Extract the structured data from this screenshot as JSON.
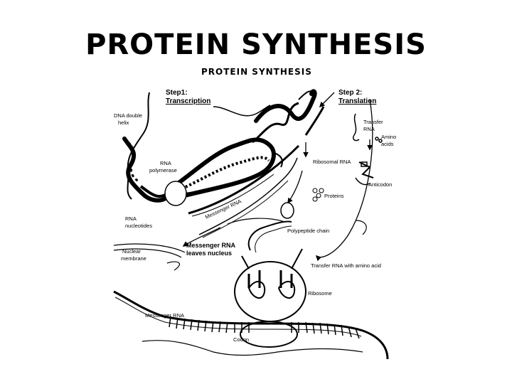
{
  "slide": {
    "title": "PROTEIN SYNTHESIS"
  },
  "diagram": {
    "title": "PROTEIN SYNTHESIS",
    "step1": {
      "line1": "Step1:",
      "line2": "Transcription"
    },
    "step2": {
      "line1": "Step 2:",
      "line2": "Translation"
    },
    "labels": {
      "dna_double_helix_1": "DNA double",
      "dna_double_helix_2": "helix",
      "rna_polymerase_1": "RNA",
      "rna_polymerase_2": "polymerase",
      "messenger_rna_strand": "Messenger RNA",
      "rna_nucleotides_1": "RNA",
      "rna_nucleotides_2": "nucleotides",
      "nuclear_membrane_1": "Nuclear",
      "nuclear_membrane_2": "membrane",
      "mrna_leaves_1": "Messenger RNA",
      "mrna_leaves_2": "leaves nucleus",
      "transfer_rna_1": "Transfer",
      "transfer_rna_2": "RNA",
      "amino_acids_1": "Amino",
      "amino_acids_2": "acids",
      "ribosomal_rna": "Ribosomal RNA",
      "anticodon": "Anticodon",
      "proteins": "Proteins",
      "polypeptide_chain": "Polypeptide chain",
      "trna_with_amino_acid": "Transfer RNA with amino acid",
      "ribosome": "Ribosome",
      "messenger_rna_bottom": "Messenger RNA",
      "codon": "Codon"
    }
  }
}
